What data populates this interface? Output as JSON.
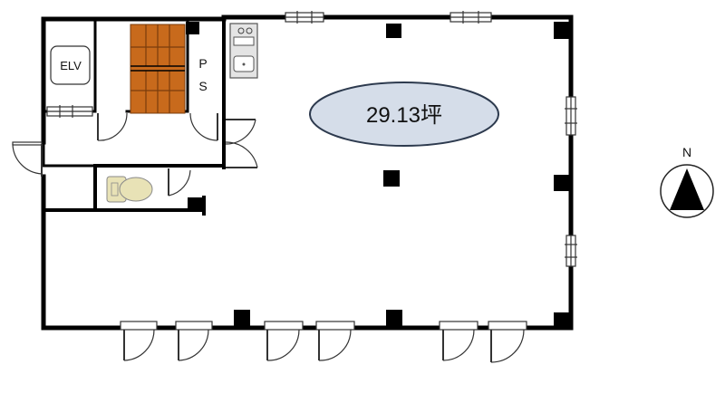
{
  "labels": {
    "elevator": "ELV",
    "ps_p": "P",
    "ps_s": "S",
    "area": "29.13坪",
    "north": "N"
  },
  "colors": {
    "wall": "#000000",
    "stairs": "#c86a1c",
    "stairs_line": "#7a3c0c",
    "area_fill": "#d5dde9",
    "area_stroke": "#2d3a4e",
    "fixture": "#e8e2b6",
    "fixture_stroke": "#8a8a8a"
  },
  "icons": {
    "north": "north-arrow-icon",
    "elevator": "elevator-icon",
    "toilet": "toilet-icon",
    "sink": "kitchen-sink-icon"
  }
}
